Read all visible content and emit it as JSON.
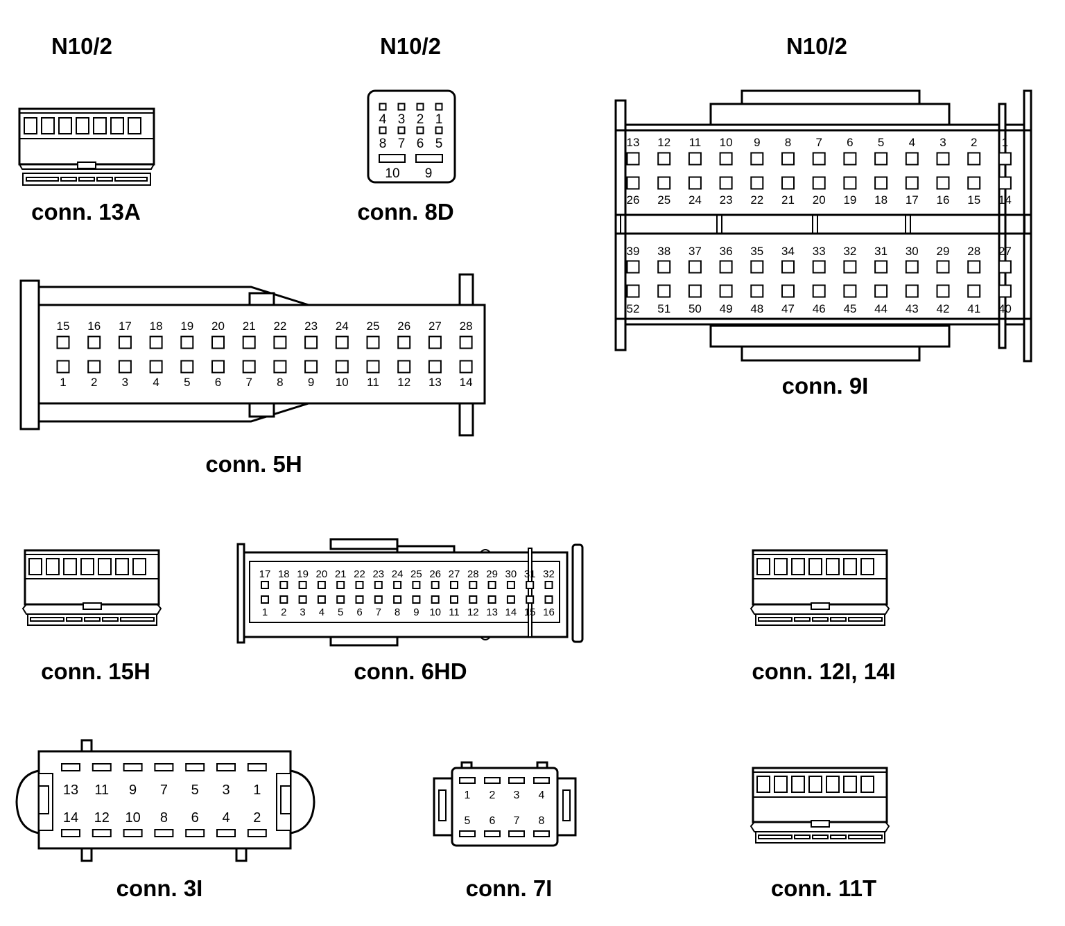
{
  "titles": {
    "left": "N10/2",
    "middle": "N10/2",
    "right": "N10/2"
  },
  "connectors": {
    "c13A": {
      "label": "conn. 13A"
    },
    "c8D": {
      "label": "conn. 8D",
      "top_row": [
        "4",
        "3",
        "2",
        "1"
      ],
      "bottom_row": [
        "8",
        "7",
        "6",
        "5"
      ],
      "wide_pins": [
        "10",
        "9"
      ]
    },
    "c9I": {
      "label": "conn. 9I",
      "row1": [
        "13",
        "12",
        "11",
        "10",
        "9",
        "8",
        "7",
        "6",
        "5",
        "4",
        "3",
        "2",
        "1"
      ],
      "row2": [
        "26",
        "25",
        "24",
        "23",
        "22",
        "21",
        "20",
        "19",
        "18",
        "17",
        "16",
        "15",
        "14"
      ],
      "row3": [
        "39",
        "38",
        "37",
        "36",
        "35",
        "34",
        "33",
        "32",
        "31",
        "30",
        "29",
        "28",
        "27"
      ],
      "row4": [
        "52",
        "51",
        "50",
        "49",
        "48",
        "47",
        "46",
        "45",
        "44",
        "43",
        "42",
        "41",
        "40"
      ]
    },
    "c5H": {
      "label": "conn. 5H",
      "top_row": [
        "15",
        "16",
        "17",
        "18",
        "19",
        "20",
        "21",
        "22",
        "23",
        "24",
        "25",
        "26",
        "27",
        "28"
      ],
      "bottom_row": [
        "1",
        "2",
        "3",
        "4",
        "5",
        "6",
        "7",
        "8",
        "9",
        "10",
        "11",
        "12",
        "13",
        "14"
      ]
    },
    "c15H": {
      "label": "conn. 15H"
    },
    "c6HD": {
      "label": "conn. 6HD",
      "top_row": [
        "17",
        "18",
        "19",
        "20",
        "21",
        "22",
        "23",
        "24",
        "25",
        "26",
        "27",
        "28",
        "29",
        "30",
        "31",
        "32"
      ],
      "bottom_row": [
        "1",
        "2",
        "3",
        "4",
        "5",
        "6",
        "7",
        "8",
        "9",
        "10",
        "11",
        "12",
        "13",
        "14",
        "15",
        "16"
      ]
    },
    "c12I": {
      "label": "conn. 12I, 14I"
    },
    "c3I": {
      "label": "conn. 3I",
      "top_row": [
        "13",
        "11",
        "9",
        "7",
        "5",
        "3",
        "1"
      ],
      "bottom_row": [
        "14",
        "12",
        "10",
        "8",
        "6",
        "4",
        "2"
      ]
    },
    "c7I": {
      "label": "conn. 7I",
      "top_row": [
        "1",
        "2",
        "3",
        "4"
      ],
      "bottom_row": [
        "5",
        "6",
        "7",
        "8"
      ]
    },
    "c11T": {
      "label": "conn. 11T"
    }
  }
}
